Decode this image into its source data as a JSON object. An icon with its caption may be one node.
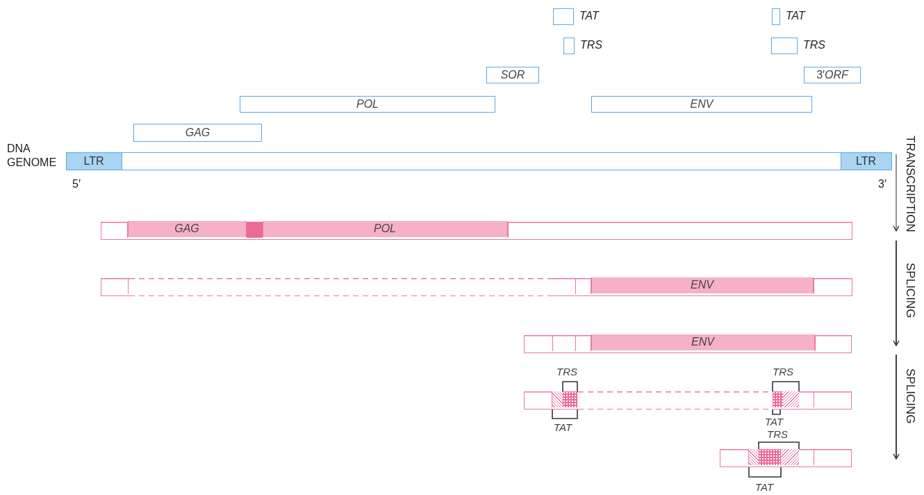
{
  "diagram": {
    "nodes": [
      {
        "text": [
          "TAT"
        ]
      },
      {
        "text": [
          "TAT"
        ]
      },
      {
        "text": [
          "TRS"
        ]
      },
      {
        "text": [
          "TRS"
        ]
      },
      {
        "text": [
          "SOR"
        ]
      },
      {
        "text": [
          "3′*ORF*"
        ]
      },
      {
        "text": [
          "POL"
        ]
      },
      {
        "text": [
          "ENV"
        ]
      },
      {
        "text": [
          "GAG"
        ]
      },
      {
        "text": [],
        "shape": "bar"
      },
      {
        "text": [
          "LTR"
        ],
        "in": 9
      },
      {
        "text": [
          "LTR"
        ],
        "in": 9
      },
      {
        "text": [],
        "shape": "bar"
      },
      {
        "text": [
          "GAG"
        ],
        "in": 12
      },
      {
        "text": [
          "POL"
        ],
        "in": 12
      },
      {
        "text": [],
        "shape": "bar"
      },
      {
        "text": [
          "ENV"
        ],
        "in": 15
      },
      {
        "text": [],
        "shape": "bar"
      },
      {
        "text": [
          "ENV"
        ],
        "in": 17
      },
      {
        "text": [],
        "shape": "bar"
      },
      {
        "text": [],
        "shape": "bar"
      }
    ],
    "labels": [
      "DNA GENOME",
      "5′",
      "3′",
      "TRANSCRIPTION",
      "SPLICING",
      "SPLICING",
      "TRS",
      "TRS",
      "TAT",
      "TAT",
      "TRS",
      "TAT"
    ]
  }
}
